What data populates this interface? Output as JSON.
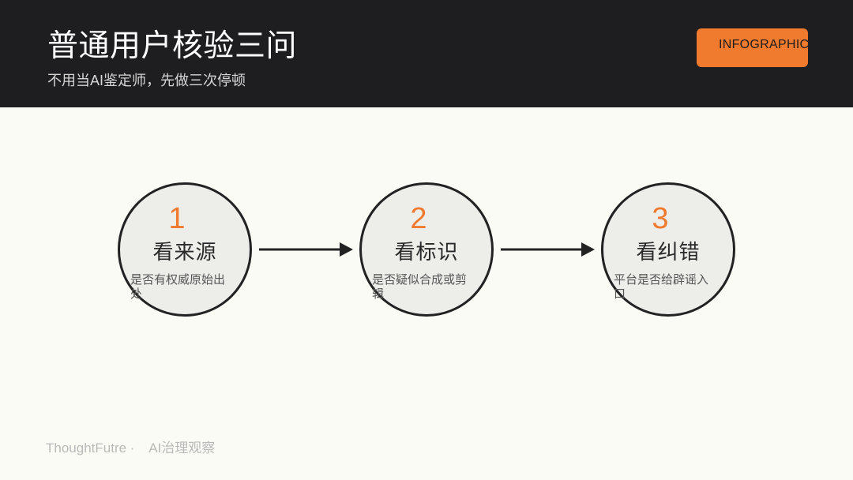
{
  "header": {
    "title": "普通用户核验三问",
    "subtitle": "不用当AI鉴定师，先做三次停顿",
    "badge": "INFOGRAPHIC"
  },
  "steps": [
    {
      "number": "1",
      "title": "看来源",
      "desc": "是否有权威原始出处"
    },
    {
      "number": "2",
      "title": "看标识",
      "desc": "是否疑似合成或剪辑"
    },
    {
      "number": "3",
      "title": "看纠错",
      "desc": "平台是否给辟谣入口"
    }
  ],
  "connectors": [
    "arrow-right-icon",
    "arrow-right-icon"
  ],
  "footer": {
    "brand": "ThoughtFutre ·",
    "section": "AI治理观察"
  },
  "colors": {
    "header_bg": "#1e1e20",
    "page_bg": "#fbfbf6",
    "accent": "#f07a2e",
    "ink": "#222222",
    "circle_fill": "#ededea",
    "muted": "#b9b9b9"
  }
}
